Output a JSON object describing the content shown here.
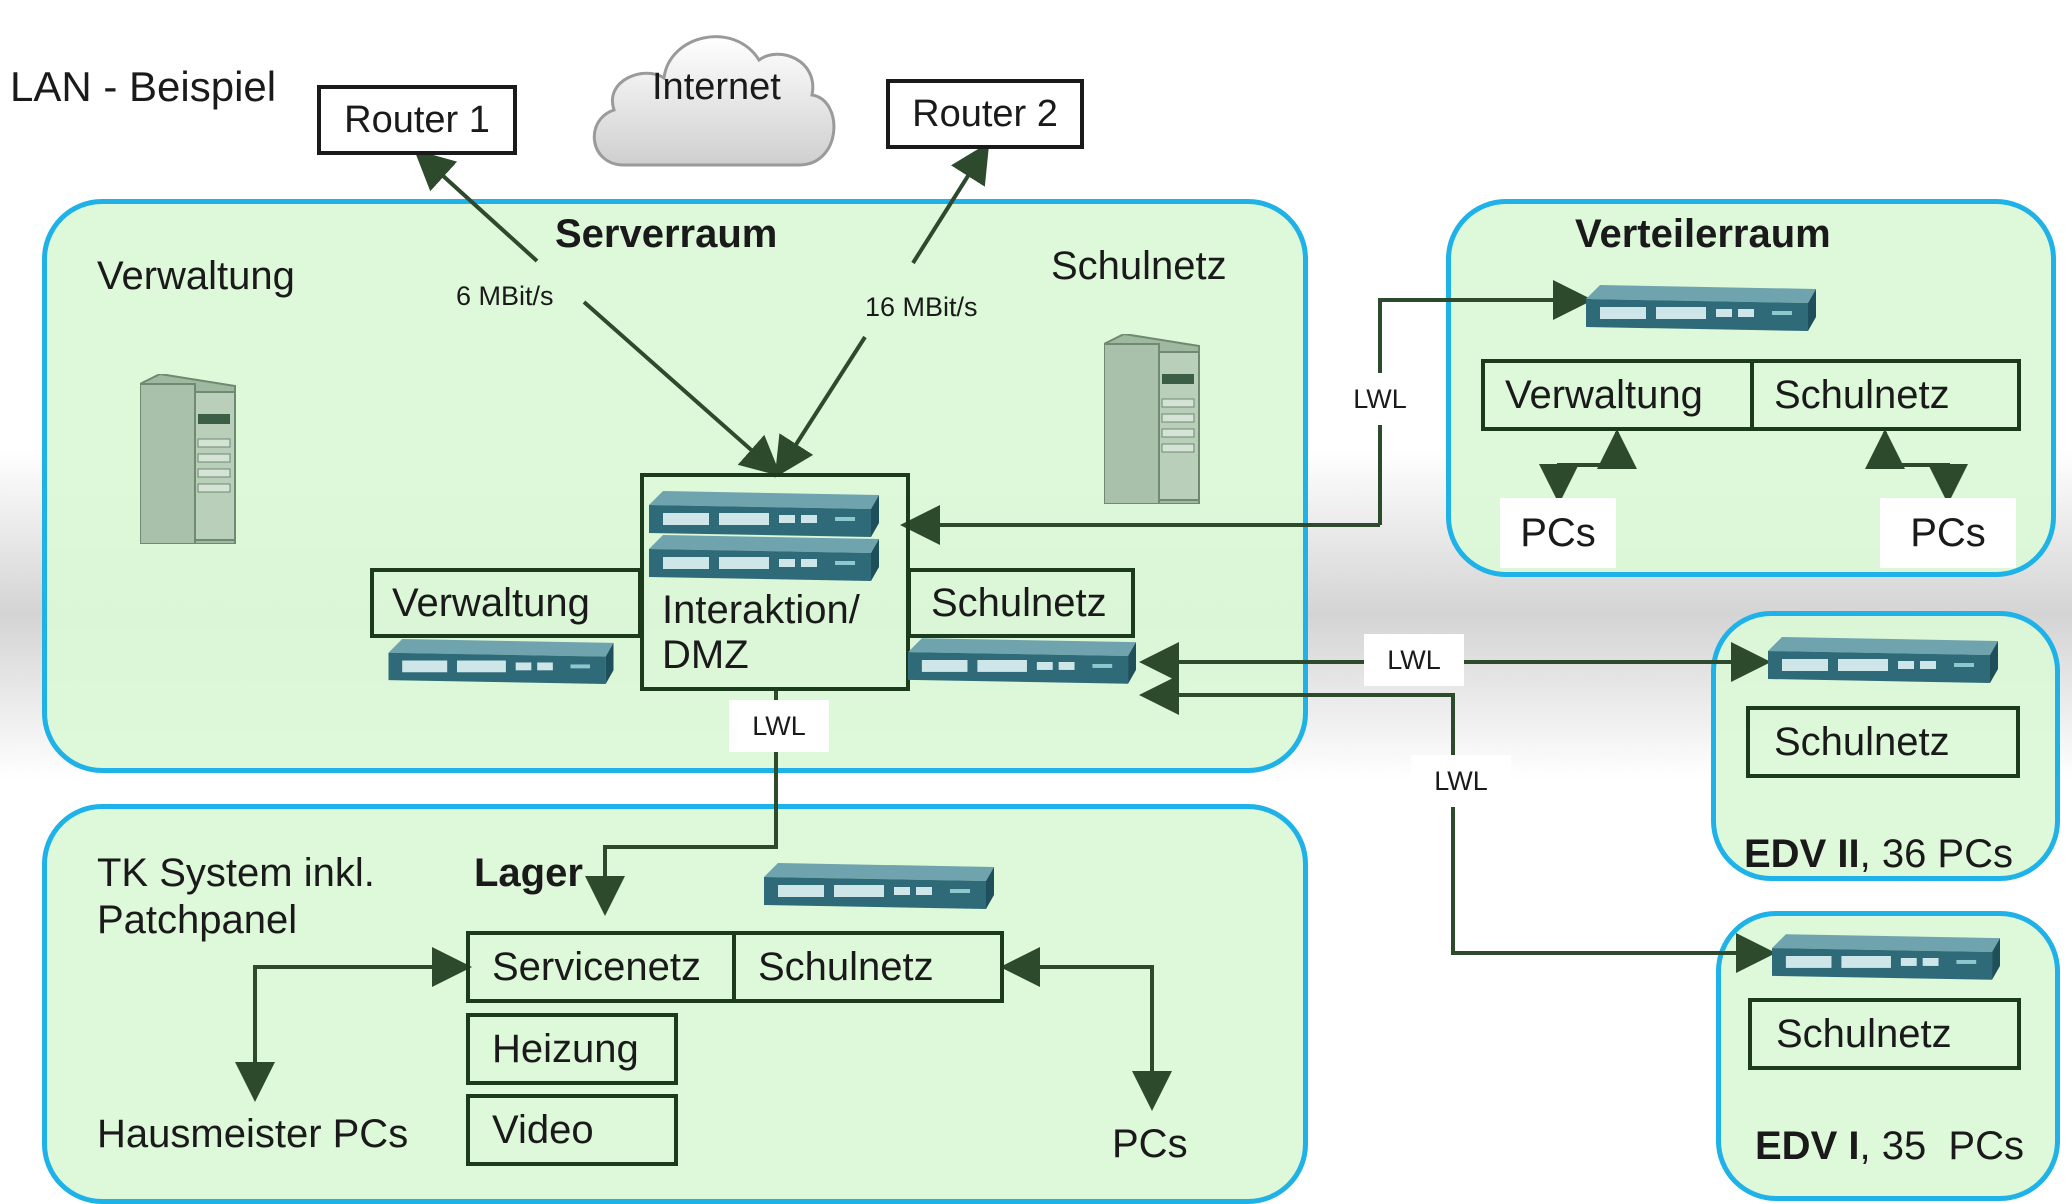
{
  "page": {
    "title_partial": "",
    "heading": "LAN - Beispiel"
  },
  "internet": {
    "label": "Internet"
  },
  "routers": {
    "r1": "Router 1",
    "r2": "Router 2"
  },
  "links": {
    "r1_speed": "6 MBit/s",
    "r2_speed": "16 MBit/s",
    "fiber": "LWL"
  },
  "serverraum": {
    "title": "Serverraum",
    "left_label": "Verwaltung",
    "right_label": "Schulnetz",
    "core_label_1": "Interaktion/",
    "core_label_2": "DMZ",
    "vlan_left": "Verwaltung",
    "vlan_right": "Schulnetz"
  },
  "verteilerraum": {
    "title": "Verteilerraum",
    "vlan_left": "Verwaltung",
    "vlan_right": "Schulnetz",
    "pcs_left": "PCs",
    "pcs_right": "PCs"
  },
  "edv2": {
    "vlan": "Schulnetz",
    "name": "EDV II",
    "count": ", 36 PCs"
  },
  "edv1": {
    "vlan": "Schulnetz",
    "name": "EDV I",
    "count": ", 35  PCs"
  },
  "lager": {
    "title": "Lager",
    "tk_line1": "TK System inkl.",
    "tk_line2": "Patchpanel",
    "vlan_service": "Servicenetz",
    "vlan_schul": "Schulnetz",
    "heizung": "Heizung",
    "video": "Video",
    "hausmeister": "Hausmeister PCs",
    "pcs": "PCs"
  },
  "colors": {
    "room_border": "#1fb2e8",
    "room_fill": "#dcf8d7",
    "line": "#2d4a2d",
    "switch_body": "#2e6a78"
  }
}
